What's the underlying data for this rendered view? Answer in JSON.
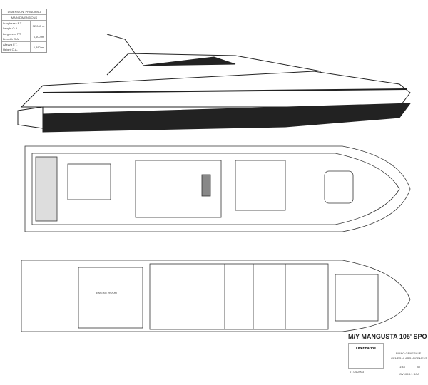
{
  "dimensions": {
    "title_it": "DIMENSIONI PRINCIPALI",
    "title_en": "MAIN DIMENSIONS",
    "rows": [
      {
        "it": "Lunghezza F.T.",
        "en": "Lenght O.A.",
        "value": "32,040 m"
      },
      {
        "it": "Larghezza F.T.",
        "en": "Breadth O.A.",
        "value": "6,600 m"
      },
      {
        "it": "Altezza F.T.",
        "en": "Height O.A.",
        "value": "6,380 m"
      }
    ]
  },
  "title_block": {
    "logo": "Overmarine",
    "vessel": "M/Y MANGUSTA 105' SPO",
    "plan_it": "PIANO GENERALE",
    "plan_en": "GENERAL ARRANGEMENT",
    "date": "07.04.2003",
    "scale": "1:43",
    "sheet": "07",
    "drawing_no": "OV105S.1 BGA"
  },
  "labels": {
    "engine_room": "ENGINE ROOM"
  }
}
